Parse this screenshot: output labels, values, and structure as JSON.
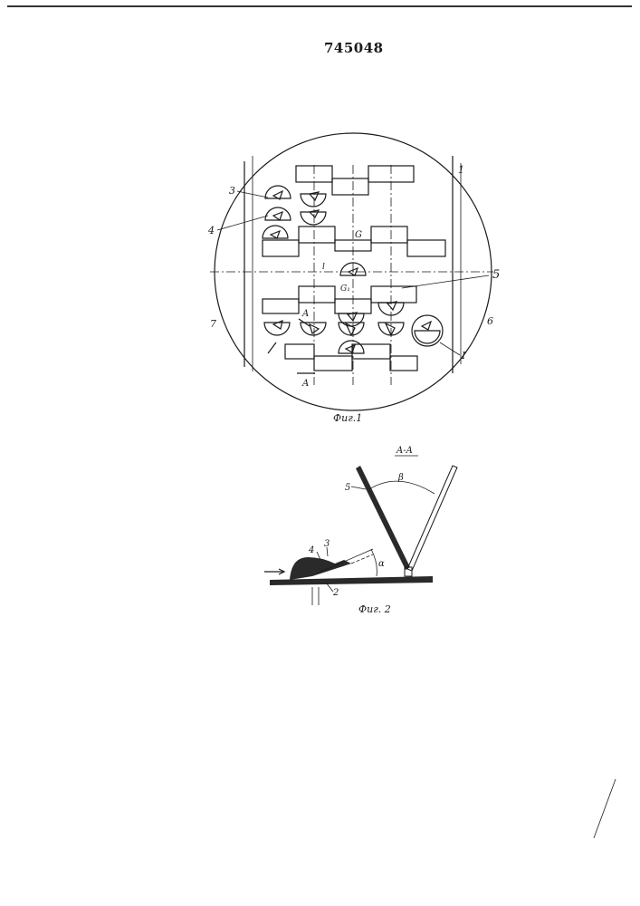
{
  "document": {
    "patent_number": "745048"
  },
  "figure1": {
    "caption": "Фиг.1",
    "labels": {
      "l1": "1",
      "l3": "3",
      "l4": "4",
      "l5": "5",
      "l6": "6",
      "l7": "7",
      "lI": "I",
      "lA": "A",
      "lA2": "A",
      "lG": "G",
      "lG1": "G₁",
      "ll": "l"
    }
  },
  "figure2": {
    "caption": "Фиг. 2",
    "section": "A-A",
    "labels": {
      "l5": "5",
      "l4": "4",
      "l3": "3",
      "l2": "2",
      "beta": "β",
      "alpha": "α"
    }
  }
}
